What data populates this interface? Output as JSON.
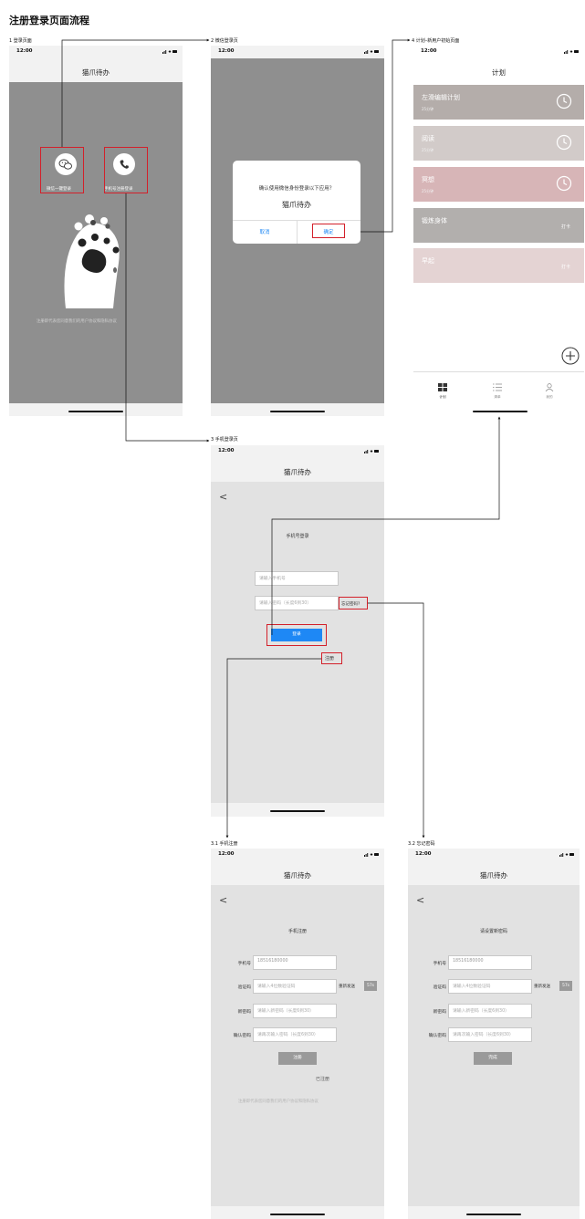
{
  "doc_title": "注册登录页面流程",
  "sections": {
    "s1": "1 登录页面",
    "s2": "2 微信登录页",
    "s3": "3 手机登录页",
    "s31": "3.1 手机注册",
    "s32": "3.2 忘记密码",
    "s4": "4 计划–新用户初始页面"
  },
  "status_time": "12:00",
  "app_name": "猫爪待办",
  "login": {
    "wechat_label": "微信一键登录",
    "phone_label": "手机号注册登录",
    "agreement": "注册即代表您同意我们的用户协议和隐私协议"
  },
  "wechat_dialog": {
    "message": "确认使用微信身份登录以下应用？",
    "app": "猫爪待办",
    "cancel": "取消",
    "confirm": "确定"
  },
  "phone_login": {
    "back": "<",
    "title": "手机号登录",
    "phone_placeholder": "请输入手机号",
    "password_placeholder": "请输入密码（长度6到30）",
    "forgot": "忘记密码?",
    "login_button": "登录",
    "register_link": "注册"
  },
  "register": {
    "back": "<",
    "title": "手机注册",
    "phone_label": "手机号",
    "phone_value": "18516180000",
    "code_label": "验证码",
    "code_placeholder": "请输入4位数验证码",
    "resend": "重新发送",
    "countdown": "57s",
    "new_pwd_label": "新密码",
    "new_pwd_placeholder": "请输入新密码（长度6到30）",
    "confirm_label": "确认密码",
    "confirm_placeholder": "请再次输入密码（长度6到30）",
    "submit": "注册",
    "already": "已注册",
    "agreement": "注册即代表您同意我们的用户协议和隐私协议"
  },
  "reset": {
    "back": "<",
    "title": "请设置新密码",
    "phone_label": "手机号",
    "phone_value": "18516180000",
    "code_label": "验证码",
    "code_placeholder": "请输入4位数验证码",
    "resend": "重新发送",
    "countdown": "57s",
    "new_pwd_label": "新密码",
    "new_pwd_placeholder": "请输入新密码（长度6到30）",
    "confirm_label": "确认密码",
    "confirm_placeholder": "请再次输入密码（长度6到30）",
    "submit": "完成"
  },
  "plan": {
    "title": "计划",
    "cards": [
      {
        "title": "左滑编辑计划",
        "sub": "25分钟",
        "color": "#b4adaa",
        "action": "clock"
      },
      {
        "title": "阅读",
        "sub": "25分钟",
        "color": "#d2cbc9",
        "action": "clock"
      },
      {
        "title": "冥想",
        "sub": "25分钟",
        "color": "#d7b5b7",
        "action": "clock"
      },
      {
        "title": "锻炼身体",
        "sub": "",
        "color": "#b2afad",
        "action": "打卡"
      },
      {
        "title": "早起",
        "sub": "",
        "color": "#e4d3d3",
        "action": "打卡"
      }
    ],
    "tabs": [
      "计划",
      "清单",
      "我的"
    ]
  },
  "colors": {
    "highlight": "#d3202a",
    "primary_button": "#1e88f5",
    "screen_gray": "#8f8f8f",
    "screen_light": "#e2e2e2"
  }
}
